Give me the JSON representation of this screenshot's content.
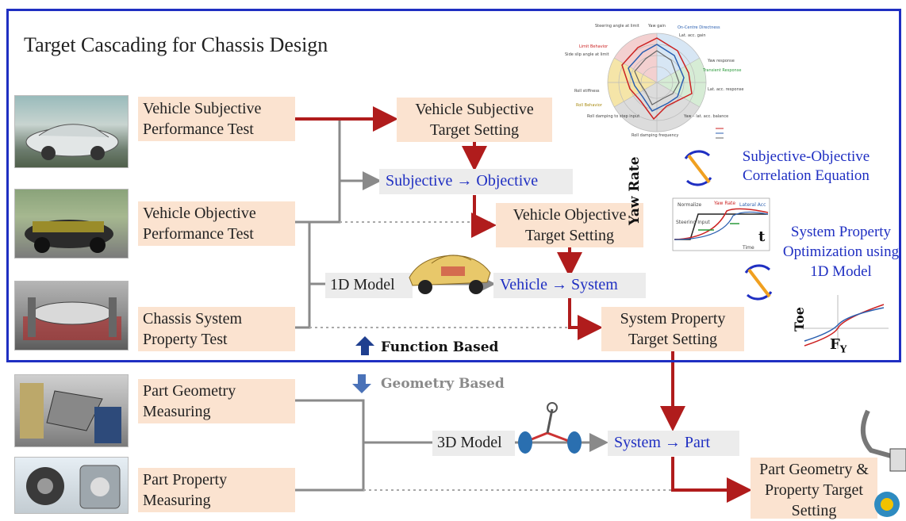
{
  "title": "Target Cascading for Chassis Design",
  "tests": {
    "subjective": "Vehicle Subjective Performance Test",
    "objective": "Vehicle Objective Performance Test",
    "chassis": "Chassis System Property Test",
    "geometry": "Part Geometry Measuring",
    "property": "Part Property Measuring"
  },
  "targets": {
    "subjective": "Vehicle Subjective Target Setting",
    "objective": "Vehicle Objective Target Setting",
    "system": "System Property Target Setting",
    "part": "Part Geometry & Property Target Setting"
  },
  "transforms": {
    "subj_obj": "Subjective → Objective",
    "veh_sys": "Vehicle → System",
    "sys_part": "System → Part"
  },
  "models": {
    "one_d": "1D Model",
    "three_d": "3D Model"
  },
  "labels": {
    "function_based": "Function Based",
    "geometry_based": "Geometry Based",
    "correlation": "Subjective-Objective Correlation Equation",
    "optimization": "System Property Optimization using 1D Model",
    "yaw_rate": "Yaw Rate",
    "t_axis": "t",
    "toe": "Toe",
    "fy": "F",
    "fy_sub": "Y"
  },
  "radar_labels": {
    "top": "Yaw gain",
    "on_centre": "On-Centre Directness",
    "lat_acc_gain": "Lat. acc. gain",
    "yaw_response": "Yaw response",
    "transient": "Transient Response",
    "lat_acc_response": "Lat. acc. response",
    "yaw_lat_balance": "Yaw – lat. acc. balance",
    "roll_damping": "Roll damping frequency",
    "roll_damping_input": "Roll damping to step input",
    "roll_stiffness": "Roll stiffness",
    "roll_behavior": "Roll Behavior",
    "side_slip": "Side slip angle at limit",
    "limit_behavior": "Limit Behavior",
    "steering_angle": "Steering angle at limit"
  },
  "yaw_inset_labels": {
    "normalize": "Normalize",
    "yaw_rate": "Yaw Rate",
    "lateral_acc": "Lateral Acc",
    "steering_input": "Steering Input",
    "time": "Time"
  },
  "colors": {
    "frame": "#1f2fc2",
    "red_arrow": "#b01c1c",
    "grey_line": "#8a8a8a",
    "peach": "#fbe3d0",
    "blue_text": "#1f2fc2"
  }
}
